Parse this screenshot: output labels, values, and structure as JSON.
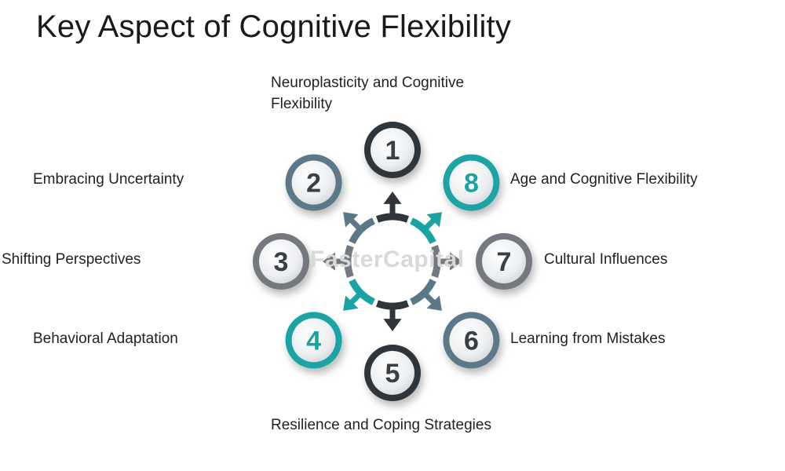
{
  "title": "Key Aspect of Cognitive Flexibility",
  "watermark": "FasterCapital",
  "colors": {
    "dark": "#2f353b",
    "slate": "#5b7889",
    "gray": "#74797f",
    "teal": "#1aa3a3",
    "disc_fill": "#eef0f2",
    "number": "#3a3f45"
  },
  "items": [
    {
      "number": "1",
      "label": "Neuroplasticity and Cognitive Flexibility",
      "color": "dark"
    },
    {
      "number": "2",
      "label": "Embracing Uncertainty",
      "color": "slate"
    },
    {
      "number": "3",
      "label": "Shifting Perspectives",
      "color": "gray"
    },
    {
      "number": "4",
      "label": "Behavioral Adaptation",
      "color": "teal"
    },
    {
      "number": "5",
      "label": "Resilience and Coping Strategies",
      "color": "dark"
    },
    {
      "number": "6",
      "label": "Learning from Mistakes",
      "color": "slate"
    },
    {
      "number": "7",
      "label": "Cultural Influences",
      "color": "gray"
    },
    {
      "number": "8",
      "label": "Age and Cognitive Flexibility",
      "color": "teal"
    }
  ]
}
